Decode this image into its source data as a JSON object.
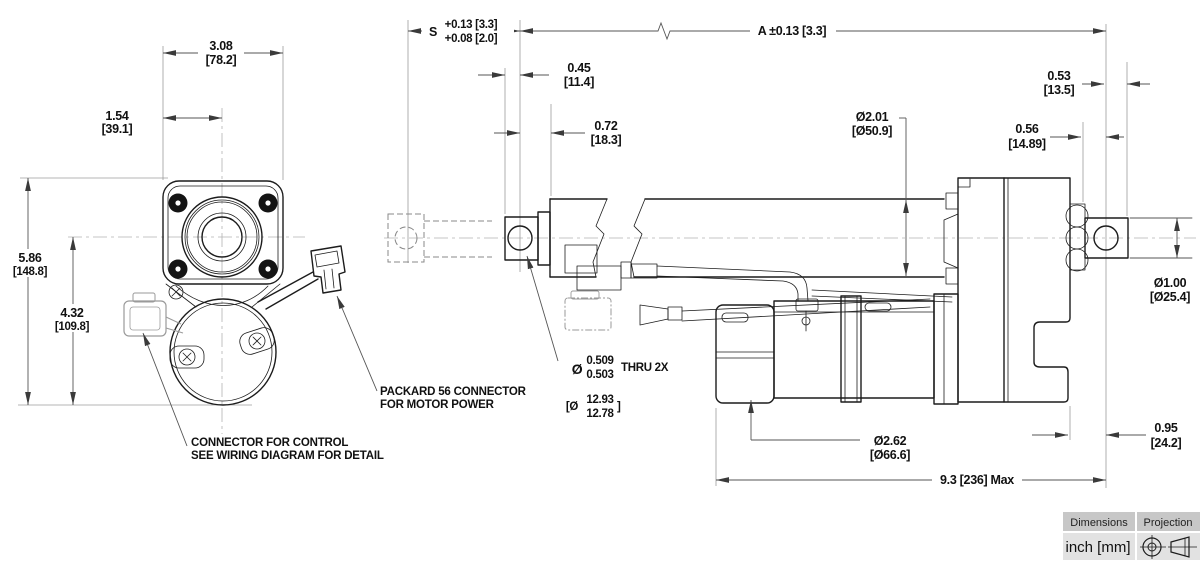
{
  "front_view": {
    "dims": {
      "flange_width_in": "3.08",
      "flange_width_mm": "[78.2]",
      "center_offset_in": "1.54",
      "center_offset_mm": "[39.1]",
      "overall_height_in": "5.86",
      "overall_height_mm": "[148.8]",
      "center_height_in": "4.32",
      "center_height_mm": "[109.8]"
    },
    "notes": {
      "control_line1": "CONNECTOR FOR CONTROL",
      "control_line2": "SEE WIRING DIAGRAM FOR DETAIL",
      "packard_line1": "PACKARD 56 CONNECTOR",
      "packard_line2": "FOR MOTOR POWER"
    }
  },
  "side_view": {
    "dims": {
      "stroke_letter": "S",
      "stroke_tol_upper": "+0.13 [3.3]",
      "stroke_tol_lower": "+0.08 [2.0]",
      "retracted_length": "A ±0.13 [3.3]",
      "hole_to_face_in": "0.45",
      "hole_to_face_mm": "[11.4]",
      "hole_to_tube_in": "0.72",
      "hole_to_tube_mm": "[18.3]",
      "tube_dia_in": "Ø2.01",
      "tube_dia_mm": "[Ø50.9]",
      "rear_center_to_end_in": "0.53",
      "rear_center_to_end_mm": "[13.5]",
      "rear_face_to_center_in": "0.56",
      "rear_face_to_center_mm": "[14.89]",
      "rod_dia_in": "Ø1.00",
      "rod_dia_mm": "[Ø25.4]",
      "hole_dia_sym": "Ø",
      "hole_dia_hi": "0.509",
      "hole_dia_lo": "0.503",
      "hole_thru": "THRU 2X",
      "hole_mm_open": "[Ø",
      "hole_mm_hi": "12.93",
      "hole_mm_lo": "12.78",
      "hole_mm_close": "]",
      "motor_dia_in": "Ø2.62",
      "motor_dia_mm": "[Ø66.6]",
      "max_length": "9.3 [236] Max",
      "housing_to_center_in": "0.95",
      "housing_to_center_mm": "[24.2]"
    }
  },
  "legend": {
    "col1": "Dimensions",
    "col2": "Projection",
    "units": "inch [mm]",
    "projection_icon": "third-angle-projection-icon"
  },
  "colors": {
    "line": "#1c1c1c",
    "dimension": "#555555",
    "extension": "#9b9b9b",
    "legend_header_bg": "#c7c7c7",
    "legend_body_bg": "#e2e2e2"
  }
}
